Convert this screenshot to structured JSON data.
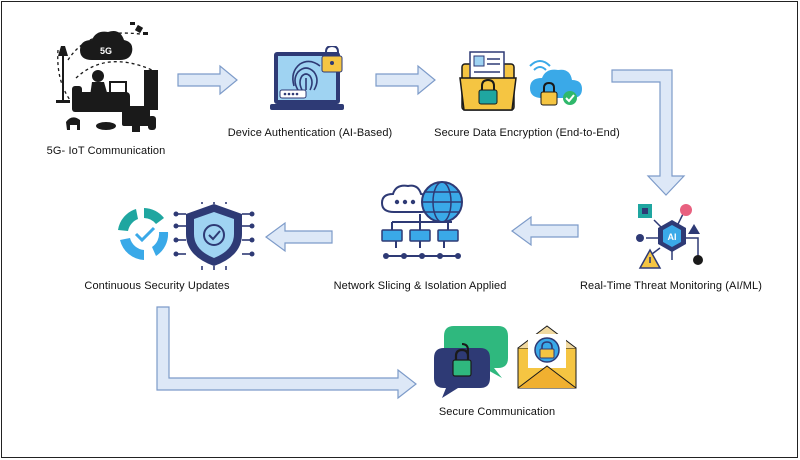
{
  "steps": {
    "iot": {
      "label": "5G- IoT Communication",
      "badge": "5G"
    },
    "auth": {
      "label": "Device Authentication (AI-Based)"
    },
    "encrypt": {
      "label": "Secure Data Encryption (End-to-End)"
    },
    "monitor": {
      "label": "Real-Time Threat Monitoring (AI/ML)",
      "badge": "AI"
    },
    "slicing": {
      "label": "Network Slicing & Isolation Applied"
    },
    "updates": {
      "label": "Continuous Security Updates"
    },
    "secure": {
      "label": "Secure Communication"
    }
  },
  "colors": {
    "arrow_fill": "#dde8f7",
    "arrow_stroke": "#7d9bc9",
    "navy": "#2e3a75",
    "teal": "#1fa6a0",
    "yellow": "#f5c542",
    "sky": "#3aa9e8",
    "dark": "#1a1a1a"
  }
}
